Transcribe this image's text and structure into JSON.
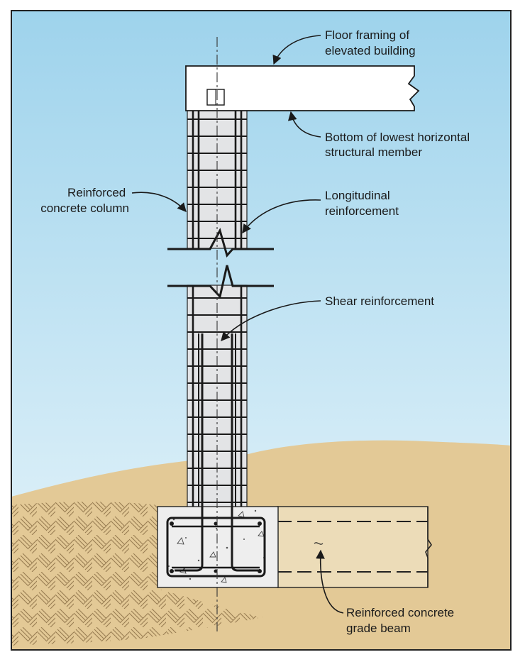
{
  "labels": {
    "floor_framing": [
      "Floor framing of",
      "elevated building"
    ],
    "bottom_member": [
      "Bottom of lowest horizontal",
      "structural member"
    ],
    "column": [
      "Reinforced",
      "concrete column"
    ],
    "longitudinal": [
      "Longitudinal",
      "reinforcement"
    ],
    "shear": "Shear reinforcement",
    "grade_beam": [
      "Reinforced concrete",
      "grade beam"
    ]
  },
  "colors": {
    "sky_top": "#9ed3ec",
    "sky_bottom": "#eaf6fb",
    "soil": "#e3c996",
    "soil_light": "#ecdcb8",
    "concrete": "#e3e4e6",
    "rebar": "#1a1a1a",
    "frame": "#222222"
  }
}
